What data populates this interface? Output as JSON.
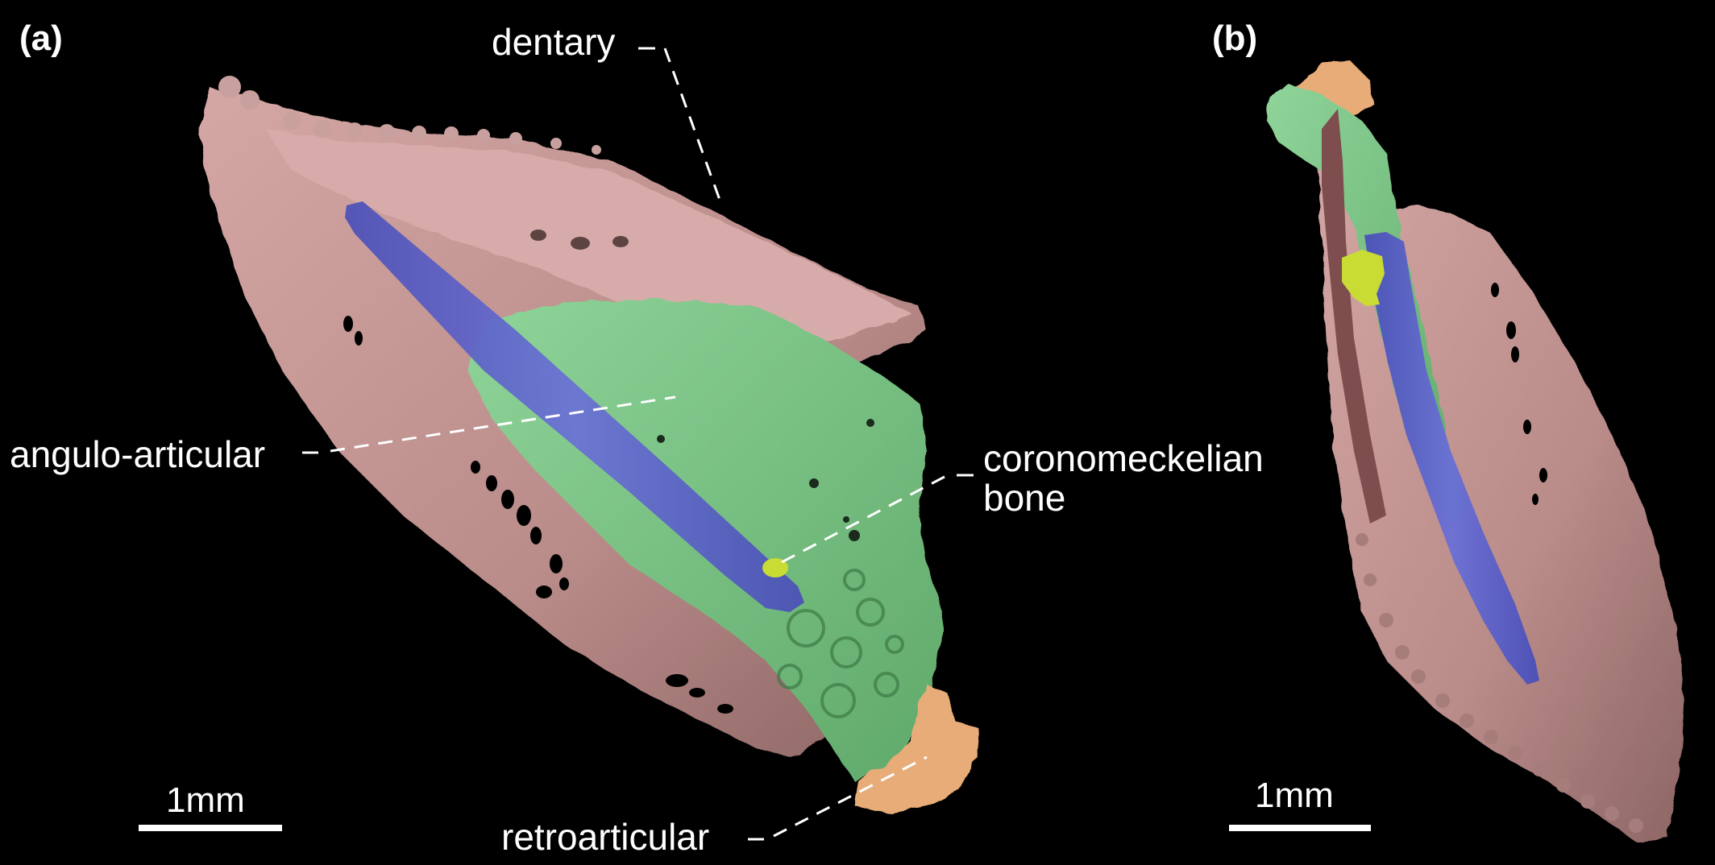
{
  "panels": {
    "a": "(a)",
    "b": "(b)"
  },
  "labels": {
    "dentary": "dentary",
    "angulo_articular": "angulo-articular",
    "coronomeckelian_line1": "coronomeckelian",
    "coronomeckelian_line2": "bone",
    "retroarticular": "retroarticular"
  },
  "scale_bars": {
    "a": "1mm",
    "b": "1mm"
  },
  "colors": {
    "background": "#000000",
    "dentary": "#c49a98",
    "angulo_articular": "#7fc789",
    "prearticular": "#5e63c9",
    "coronomeckelian": "#c9dc34",
    "retroarticular": "#e8ac78"
  }
}
